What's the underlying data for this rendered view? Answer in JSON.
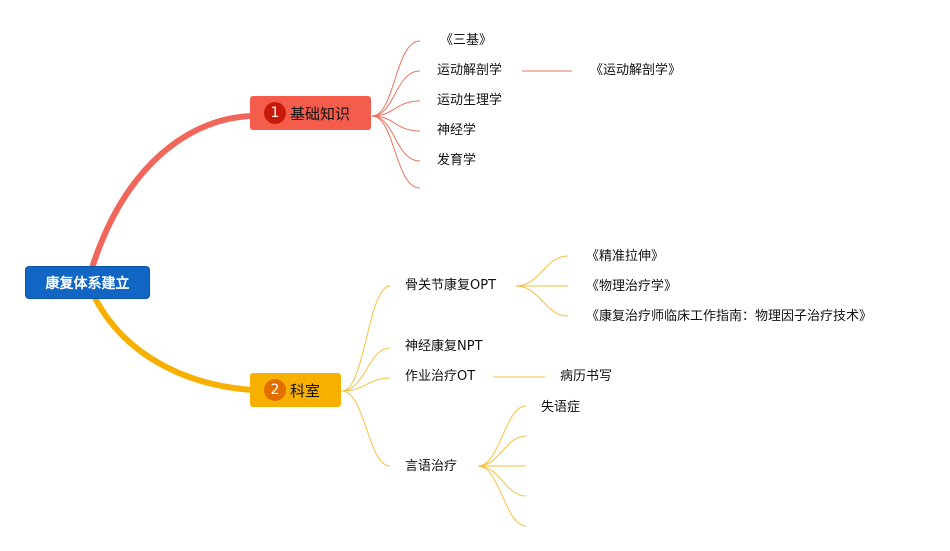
{
  "root": {
    "label": "康复体系建立"
  },
  "branches": [
    {
      "number": "1",
      "label": "基础知识",
      "color": "#f0665a",
      "children": [
        {
          "label": "《三基》"
        },
        {
          "label": "运动解剖学",
          "children": [
            {
              "label": "《运动解剖学》"
            }
          ]
        },
        {
          "label": "运动生理学"
        },
        {
          "label": "神经学"
        },
        {
          "label": "发育学"
        }
      ]
    },
    {
      "number": "2",
      "label": "科室",
      "color": "#f7b000",
      "children": [
        {
          "label": "骨关节康复OPT",
          "children": [
            {
              "label": "《精准拉伸》"
            },
            {
              "label": "《物理治疗学》"
            },
            {
              "label": "《康复治疗师临床工作指南：物理因子治疗技术》"
            }
          ]
        },
        {
          "label": "神经康复NPT"
        },
        {
          "label": "作业治疗OT",
          "children": [
            {
              "label": "病历书写"
            }
          ]
        },
        {
          "label": "言语治疗",
          "children": [
            {
              "label": "失语症"
            }
          ]
        }
      ]
    }
  ]
}
